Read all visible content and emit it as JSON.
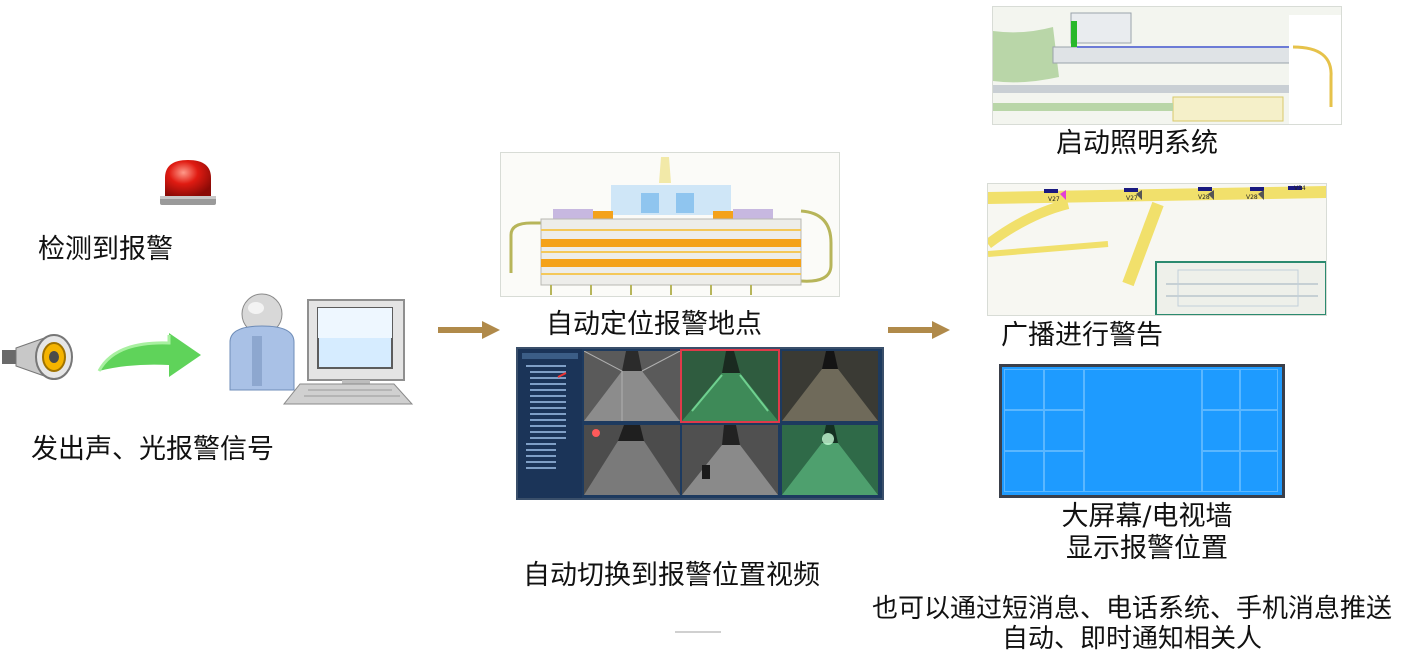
{
  "steps": {
    "detect": "检测到报警",
    "signal": "发出声、光报警信号",
    "locate": "自动定位报警地点",
    "switch_video": "自动切换到报警位置视频",
    "lighting": "启动照明系统",
    "broadcast": "广播进行警告",
    "screen_line1": "大屏幕/电视墙",
    "screen_line2": "显示报警位置",
    "notify_line1": "也可以通过短消息、电话系统、手机消息推送",
    "notify_line2": "自动、即时通知相关人"
  },
  "broadcast_map": {
    "speakers": [
      "V27",
      "V27",
      "V28",
      "V28",
      "V34"
    ]
  },
  "colors": {
    "arrow": "#b08a4a",
    "siren": "#e01b12",
    "green_arrow": "#5fd35a",
    "video_wall": "#1e9bff",
    "runway": "#f4a21a"
  }
}
